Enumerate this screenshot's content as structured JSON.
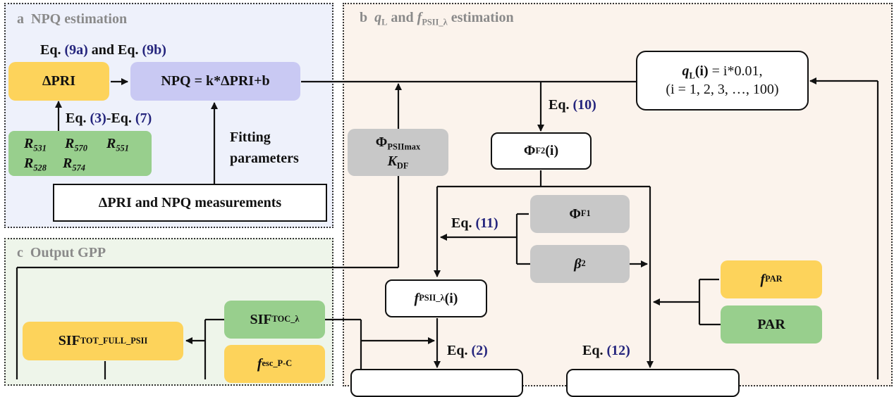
{
  "panel_a": {
    "letter": "a",
    "title": "NPQ estimation",
    "eq_top_prefix": "Eq. ",
    "eq_9a": "(9a)",
    "eq_and": " and Eq. ",
    "eq_9b": "(9b)",
    "dpri": "ΔPRI",
    "npq_formula": "NPQ = k*ΔPRI+b",
    "eq_3_prefix": "Eq. ",
    "eq_3": "(3)",
    "eq_3_mid": "-Eq. ",
    "eq_7": "(7)",
    "reflectance": {
      "r": "R",
      "b531": "531",
      "b570": "570",
      "b551": "551",
      "b528": "528",
      "b574": "574"
    },
    "fitting_line1": "Fitting",
    "fitting_line2": "parameters",
    "measurements": "ΔPRI and NPQ measurements"
  },
  "panel_b": {
    "letter": "b",
    "title_q": "q",
    "title_q_sub": "L",
    "title_and": " and ",
    "title_f": "f",
    "title_f_sub": "PSII_λ",
    "title_end": " estimation",
    "ql_q": "q",
    "ql_sub": "L",
    "ql_i": "(i)",
    "ql_eq": " = i*0.01,",
    "ql_range": "(i = 1, 2, 3, …, 100)",
    "phi_psii": "Φ",
    "phi_psii_sub": "PSIImax",
    "kdf": "K",
    "kdf_sub": "DF",
    "eq10_prefix": "Eq. ",
    "eq10": "(10)",
    "phi_f2": "Φ",
    "phi_f2_sub": "F2",
    "phi_f2_i": "(i)",
    "phi_f1": "Φ",
    "phi_f1_sub": "F1",
    "eq11_prefix": "Eq. ",
    "eq11": "(11)",
    "beta": "β",
    "beta_sub": "2",
    "fpsii": "f",
    "fpsii_sub": "PSII_λ",
    "fpsii_i": "(i)",
    "fpar": "f",
    "fpar_sub": "PAR",
    "par": "PAR",
    "eq2_prefix": "Eq. ",
    "eq2": "(2)",
    "eq12_prefix": "Eq. ",
    "eq12": "(12)"
  },
  "panel_c": {
    "letter": "c",
    "title": "Output GPP",
    "sif_tot": "SIF",
    "sif_tot_sub": "TOT_FULL_PSII",
    "sif_toc": "SIF",
    "sif_toc_sub": "TOC_λ",
    "fesc": "f",
    "fesc_sub": "esc_P-C"
  },
  "colors": {
    "yellow": "#fdd35b",
    "purple": "#c9c9f3",
    "green": "#98cf8d",
    "gray": "#c8c8c8",
    "panel_a_bg": "#eef1fb",
    "panel_bc_bg": "#fbf3ec",
    "eq_blue": "#25257d"
  }
}
